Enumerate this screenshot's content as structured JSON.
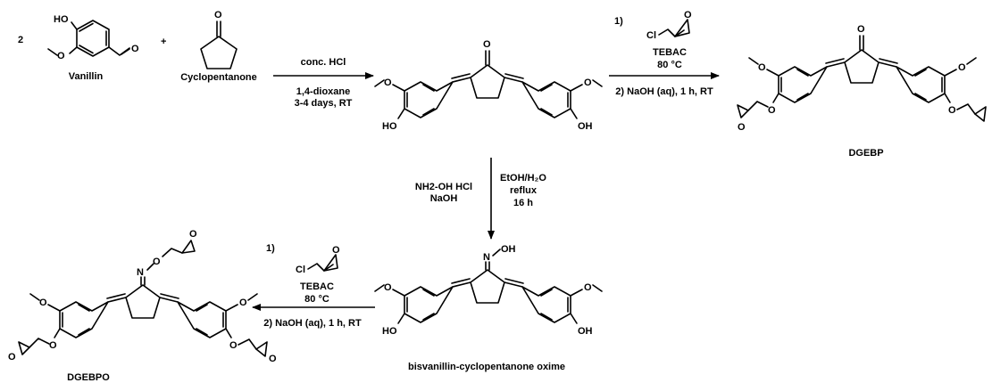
{
  "scheme": {
    "coefficient": "2",
    "plus": "+",
    "compounds": {
      "vanillin": "Vanillin",
      "cyclopentanone": "Cyclopentanone",
      "dgebp": "DGEBP",
      "oxime": "bisvanillin-cyclopentanone oxime",
      "dgebpo": "DGEBPO"
    },
    "step1": {
      "above": "conc. HCl",
      "below_1": "1,4-dioxane",
      "below_2": "3-4 days, RT"
    },
    "step2": {
      "num_1": "1)",
      "catalyst": "TEBAC",
      "temp": "80 °C",
      "step_2": "2) NaOH (aq), 1 h, RT"
    },
    "step3": {
      "left_1": "NH2-OH HCl",
      "left_2": "NaOH",
      "right_1": "EtOH/H₂O",
      "right_2": "reflux",
      "right_3": "16 h"
    },
    "step4": {
      "num_1": "1)",
      "catalyst": "TEBAC",
      "temp": "80 °C",
      "step_2": "2) NaOH (aq), 1 h, RT"
    },
    "atoms": {
      "HO": "HO",
      "OH": "OH",
      "O": "O",
      "Cl": "Cl",
      "N": "N"
    }
  }
}
